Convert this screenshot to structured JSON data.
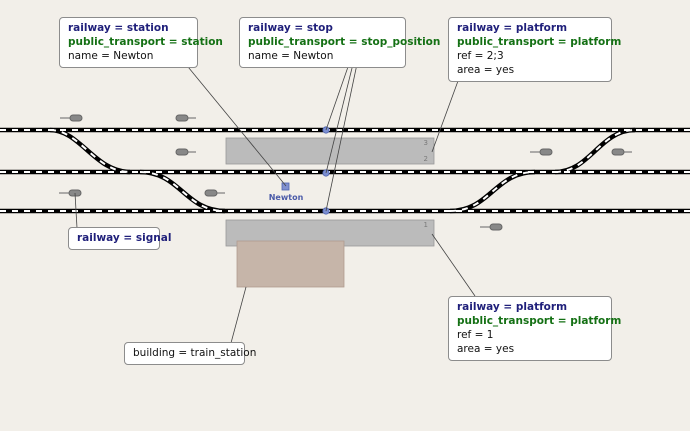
{
  "labels": {
    "station": [
      {
        "key": "railway",
        "value": "station"
      },
      {
        "key": "public_transport",
        "value": "station"
      },
      {
        "key": "name",
        "value": "Newton"
      }
    ],
    "stop": [
      {
        "key": "railway",
        "value": "stop"
      },
      {
        "key": "public_transport",
        "value": "stop_position"
      },
      {
        "key": "name",
        "value": "Newton"
      }
    ],
    "platform_top": [
      {
        "key": "railway",
        "value": "platform"
      },
      {
        "key": "public_transport",
        "value": "platform"
      },
      {
        "key": "ref",
        "value": "2;3"
      },
      {
        "key": "area",
        "value": "yes"
      }
    ],
    "signal": [
      {
        "key": "railway",
        "value": "signal"
      }
    ],
    "platform_bottom": [
      {
        "key": "railway",
        "value": "platform"
      },
      {
        "key": "public_transport",
        "value": "platform"
      },
      {
        "key": "ref",
        "value": "1"
      },
      {
        "key": "area",
        "value": "yes"
      }
    ],
    "building": [
      {
        "key": "building",
        "value": "train_station"
      }
    ]
  },
  "map": {
    "station_name": "Newton",
    "platform_numbers": {
      "p3": "3",
      "p2": "2",
      "p1": "1"
    }
  },
  "colors": {
    "background": "#f2efe9",
    "rail": "#000000",
    "platform": "#bbbbbb",
    "building": "#c6b5a9",
    "stop_node": "#7b8ed0",
    "station_node": "#8090d0",
    "key_blue": "#1f1f7a",
    "key_green": "#147014"
  }
}
